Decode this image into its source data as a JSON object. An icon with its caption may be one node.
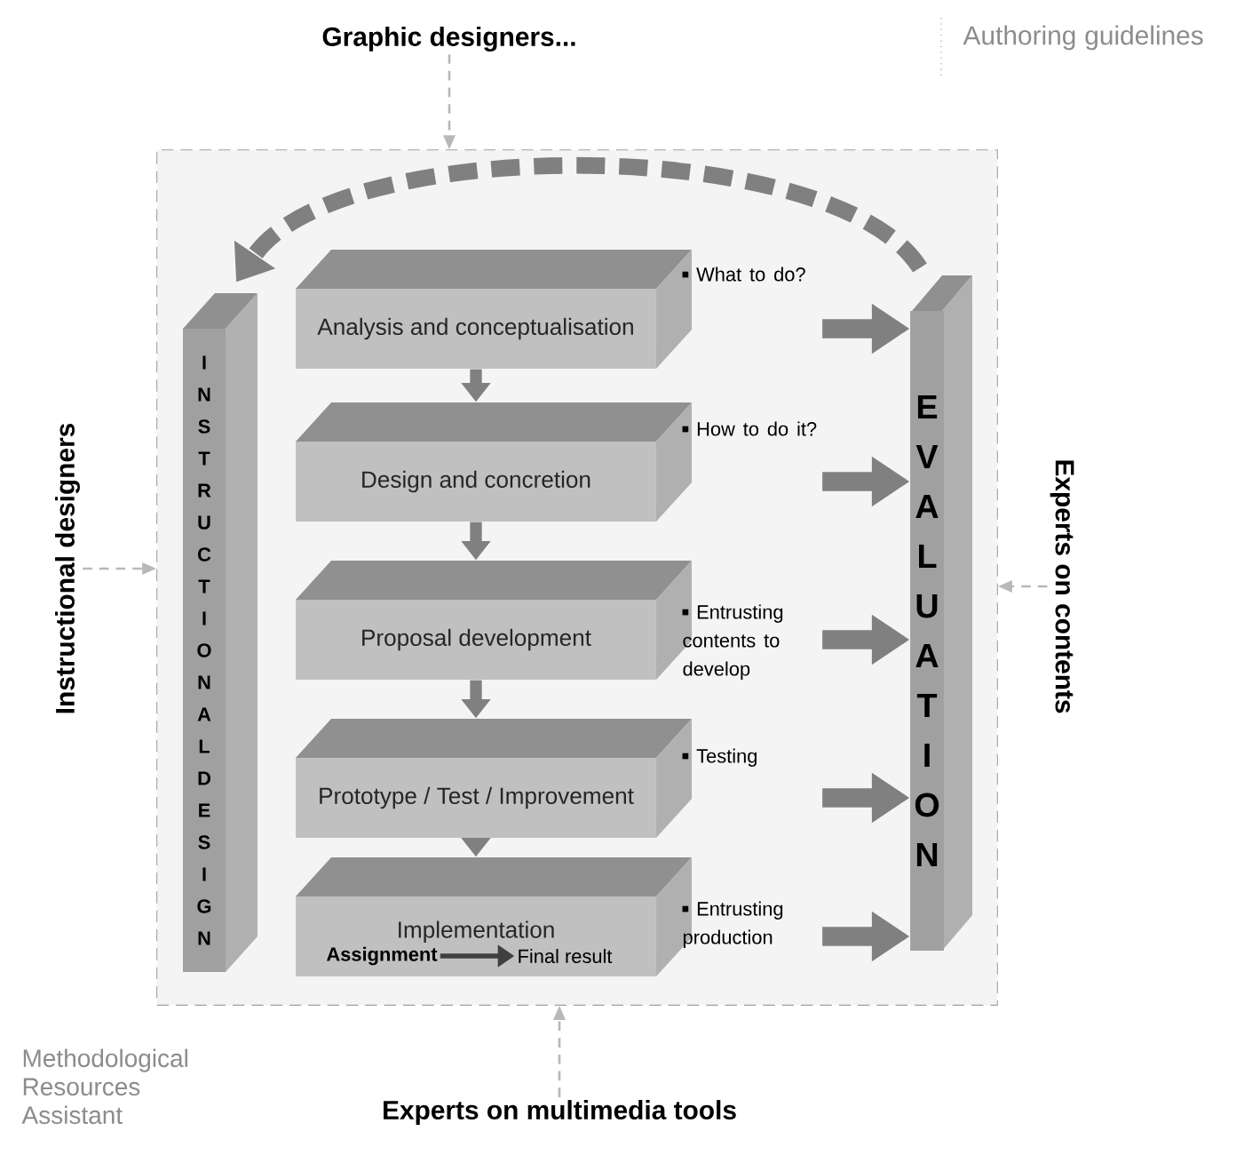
{
  "diagram": {
    "nodes": [
      {
        "text": [],
        "shape": "box"
      },
      {
        "text": [
          "Graphic designers..."
        ]
      },
      {
        "text": [
          "Instructional designers"
        ]
      },
      {
        "text": [
          "Experts on contents"
        ]
      },
      {
        "text": [
          "Experts on multimedia tools"
        ]
      },
      {
        "text": [
          "I N S T R U C T I O N A L D E S I G N"
        ],
        "in": 0
      },
      {
        "text": [
          "E V A L U A T I O N"
        ],
        "in": 0
      },
      {
        "text": [
          "Analysis and conceptualisation"
        ],
        "in": 0,
        "beside": [
          "What to do?"
        ]
      },
      {
        "text": [
          "Design and concretion"
        ],
        "in": 0,
        "beside": [
          "How to do it?"
        ]
      },
      {
        "text": [
          "Proposal development"
        ],
        "in": 0,
        "beside": [
          "Entrusting contents to develop"
        ]
      },
      {
        "text": [
          "Prototype / Test / Improvement"
        ],
        "in": 0,
        "beside": [
          "Testing"
        ]
      },
      {
        "text": [
          "Implementation"
        ],
        "in": 0,
        "beside": [
          "Entrusting production"
        ]
      },
      {
        "text": [
          "Assignment"
        ],
        "in": 11
      },
      {
        "text": [
          "Final result"
        ],
        "in": 11
      }
    ],
    "edges": [
      {
        "from": 1,
        "to": 0,
        "arrow": "to",
        "style": "dashed",
        "color": "#b8b8b8"
      },
      {
        "from": 2,
        "to": 0,
        "arrow": "to",
        "style": "dashed",
        "color": "#b8b8b8"
      },
      {
        "from": 3,
        "to": 0,
        "arrow": "to",
        "style": "dashed",
        "color": "#b8b8b8"
      },
      {
        "from": 4,
        "to": 0,
        "arrow": "to",
        "style": "dashed",
        "color": "#b8b8b8"
      },
      {
        "from": 6,
        "to": 5,
        "arrow": "to",
        "style": "dashed"
      },
      {
        "from": 7,
        "to": 8,
        "arrow": "to"
      },
      {
        "from": 8,
        "to": 9,
        "arrow": "to"
      },
      {
        "from": 9,
        "to": 10,
        "arrow": "to"
      },
      {
        "from": 10,
        "to": 11,
        "arrow": "to"
      },
      {
        "from": 7,
        "to": 6,
        "arrow": "to"
      },
      {
        "from": 8,
        "to": 6,
        "arrow": "to"
      },
      {
        "from": 9,
        "to": 6,
        "arrow": "to"
      },
      {
        "from": 10,
        "to": 6,
        "arrow": "to"
      },
      {
        "from": 11,
        "to": 6,
        "arrow": "to"
      },
      {
        "from": 12,
        "to": 13,
        "arrow": "to",
        "color": "#404040"
      }
    ],
    "labels": [
      "Authoring guidelines",
      "Methodological Resources Assistant"
    ]
  }
}
